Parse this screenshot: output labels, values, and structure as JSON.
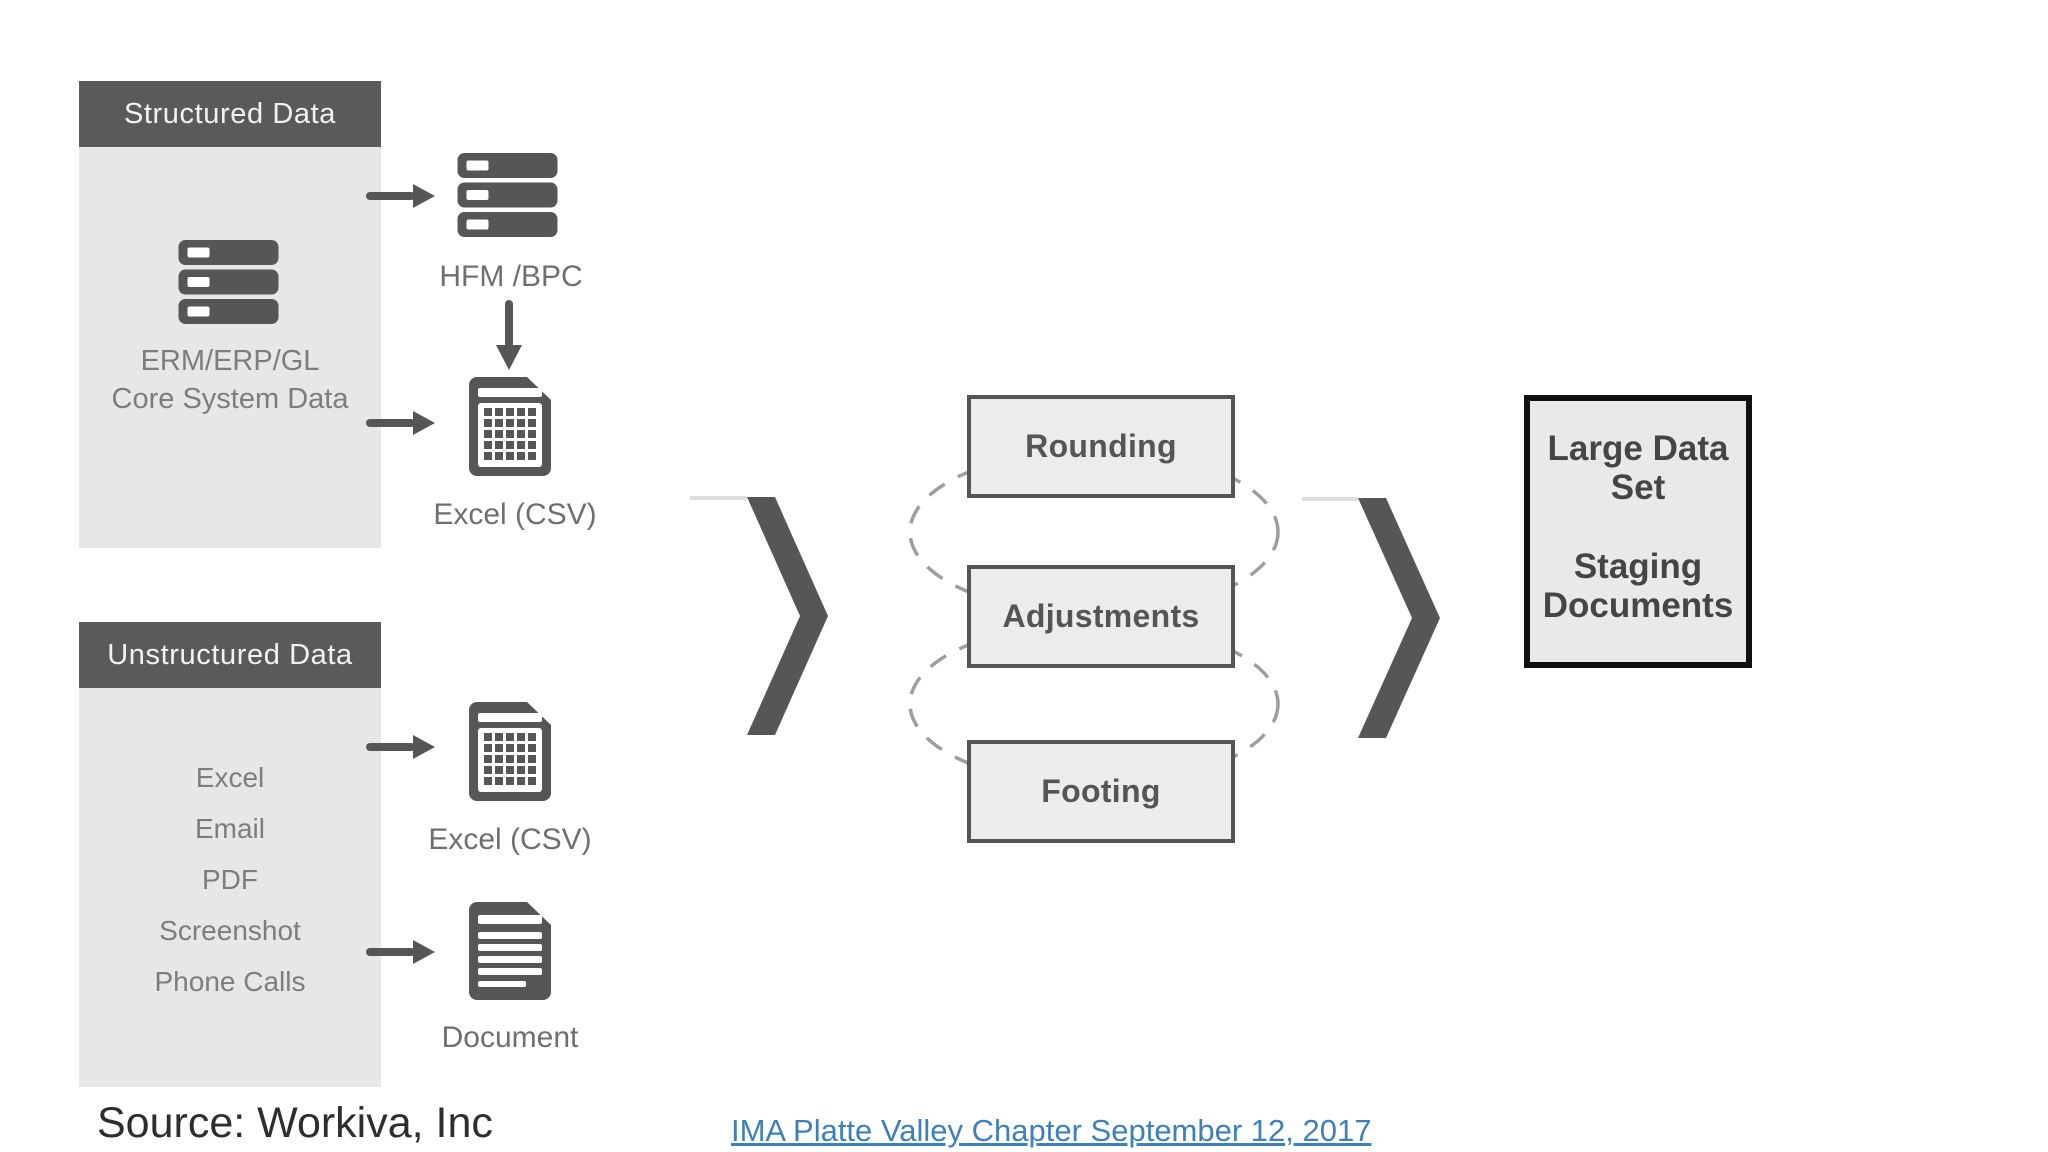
{
  "structured": {
    "header": "Structured Data",
    "body_line1": "ERM/ERP/GL",
    "body_line2": "Core System Data",
    "output1_label": "HFM /BPC",
    "output2_label": "Excel (CSV)"
  },
  "unstructured": {
    "header": "Unstructured Data",
    "items": [
      "Excel",
      "Email",
      "PDF",
      "Screenshot",
      "Phone Calls"
    ],
    "output1_label": "Excel (CSV)",
    "output2_label": "Document"
  },
  "process_steps": [
    "Rounding",
    "Adjustments",
    "Footing"
  ],
  "result_box": {
    "line1": "Large Data Set",
    "line2": "Staging Documents"
  },
  "footer": {
    "source": "Source: Workiva, Inc",
    "link": "IMA Platte Valley Chapter September 12, 2017"
  },
  "icons": {
    "server": "server-icon",
    "spreadsheet": "spreadsheet-icon",
    "document": "document-icon",
    "arrow_right": "arrow-right-icon",
    "arrow_down": "arrow-down-icon",
    "chevron": "chevron-right-icon",
    "loop": "dashed-loop-icon"
  },
  "colors": {
    "dark": "#565656",
    "panel-header-bg": "#5a5a5a",
    "panel-header-text": "#f2f2f2",
    "panel-bg": "#e7e7e7",
    "step-bg": "#ececec",
    "step-border": "#555555",
    "step-text": "#555555",
    "result-bg": "#e9e9e9",
    "result-border": "#101010",
    "result-text": "#454545",
    "label-gray": "#6f6f6f",
    "item-gray": "#7d7d7d",
    "link-blue": "#3f7fba",
    "source-text": "#2e2e2e",
    "dash-gray": "#9e9e9e",
    "tail-gray": "#dedede"
  }
}
